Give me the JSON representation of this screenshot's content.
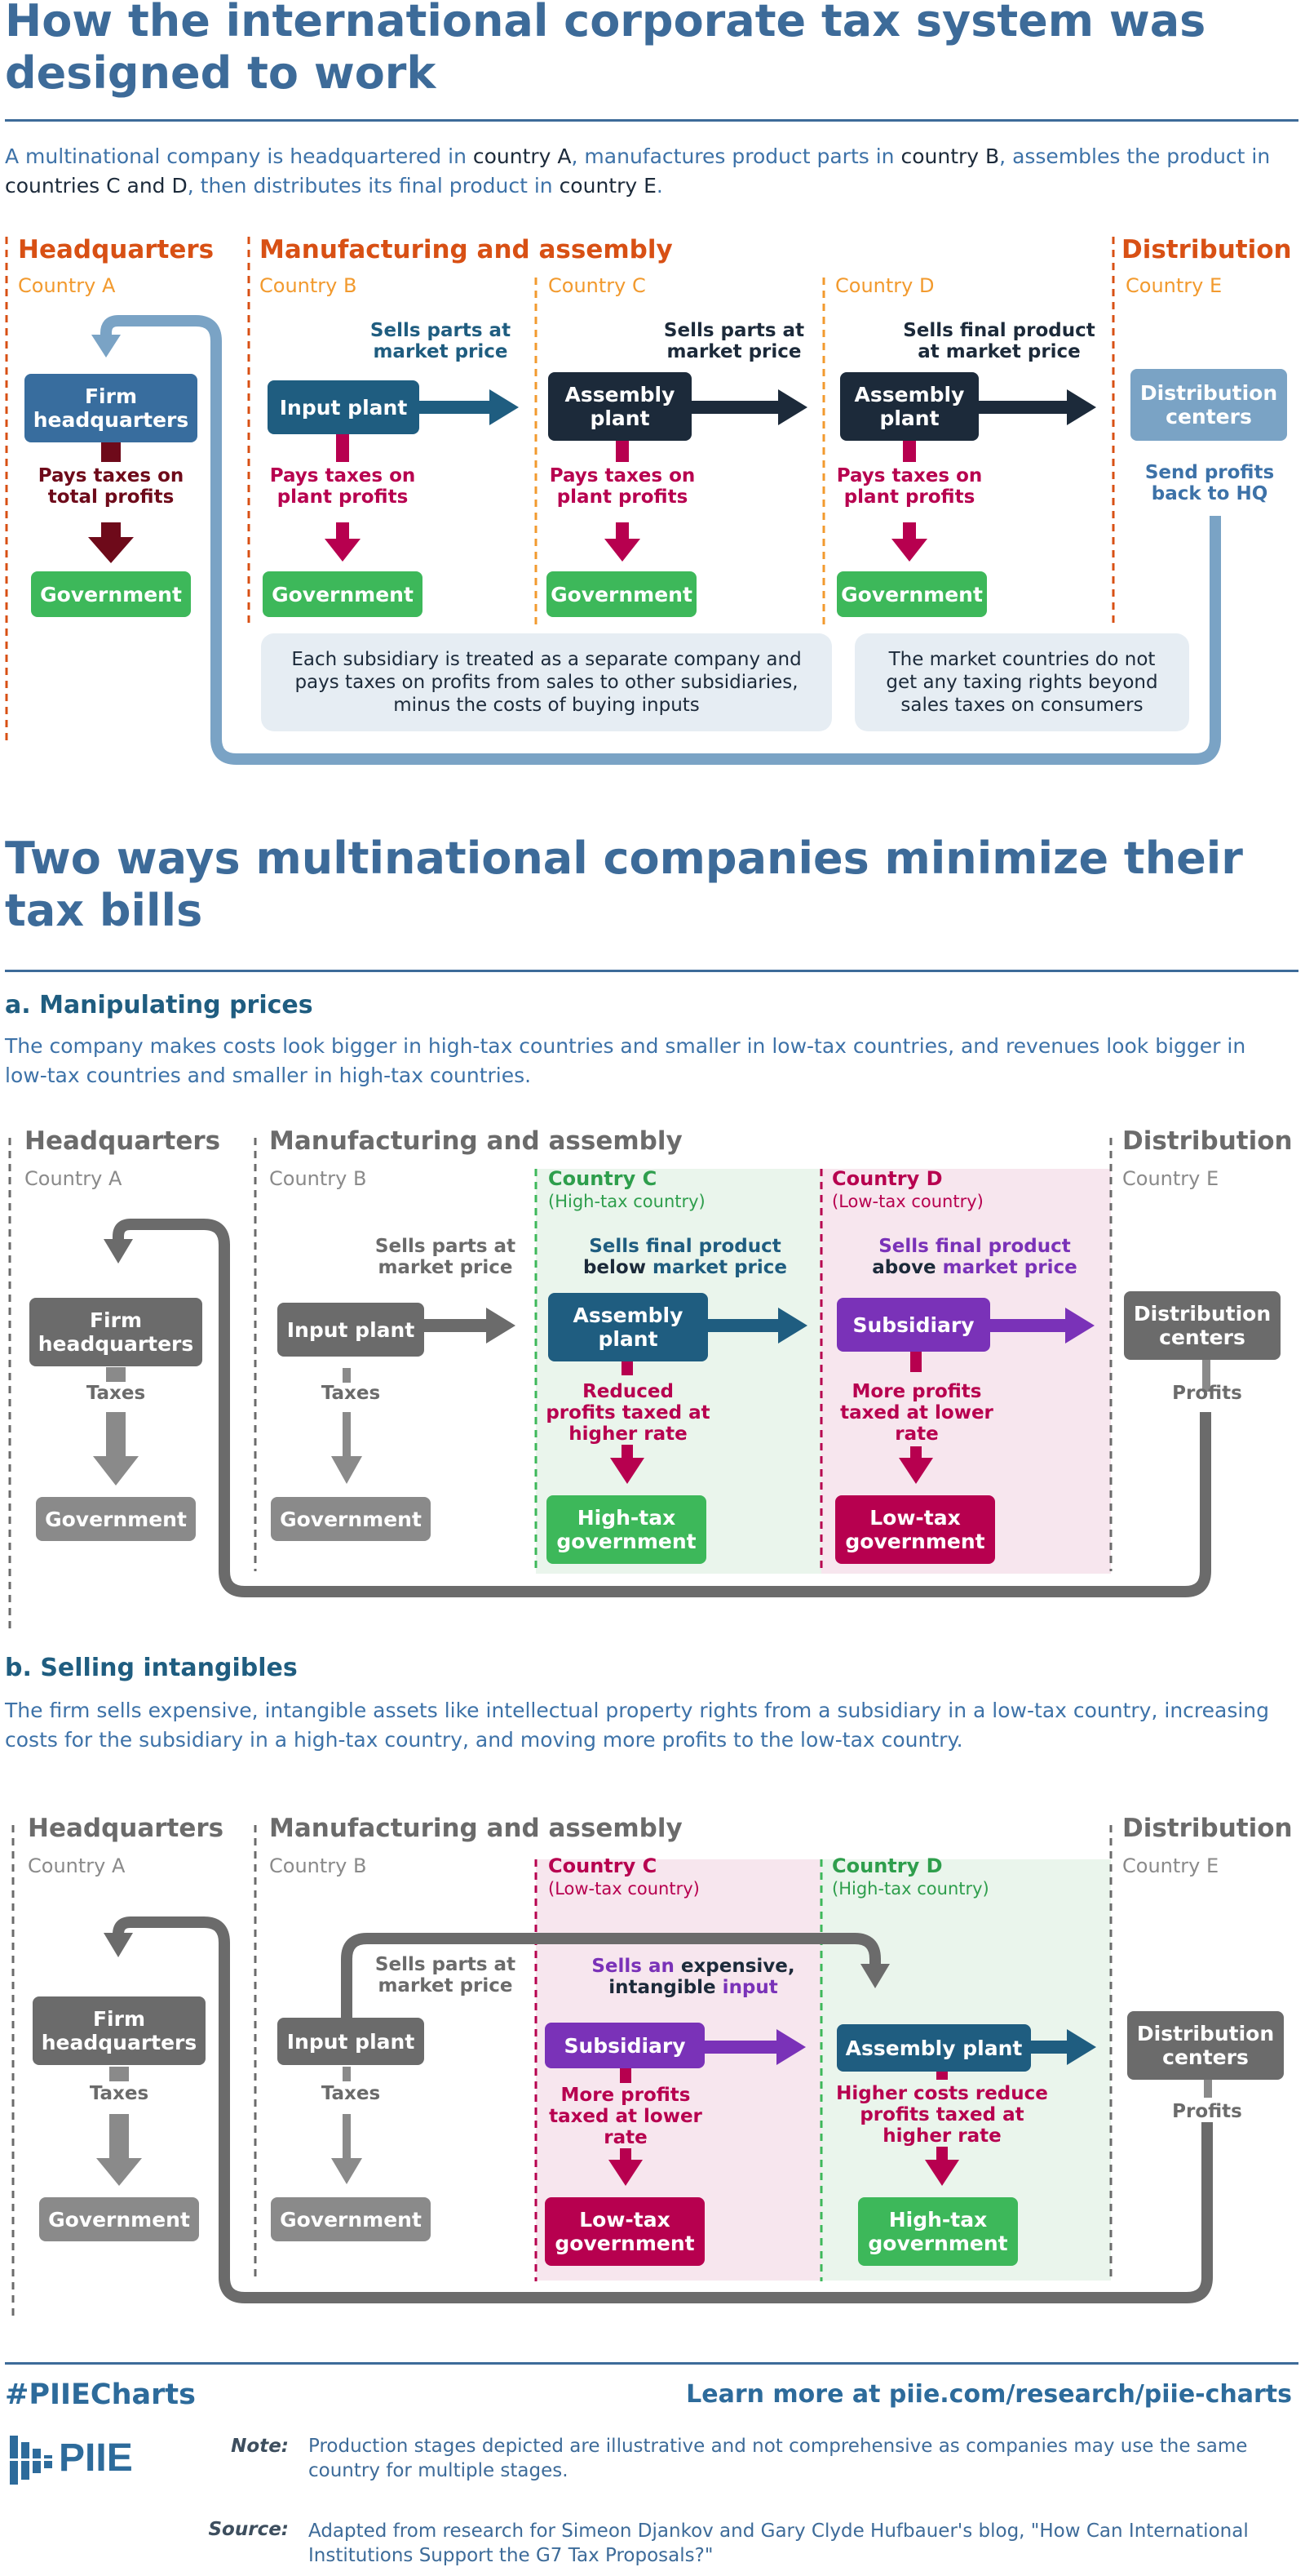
{
  "colors": {
    "title_blue": "#3d6b99",
    "hq_blue": "#386d9e",
    "dark_navy": "#1c2a3a",
    "teal_blue": "#1f5d80",
    "light_blue": "#7aa3c5",
    "gov_green": "#3db85a",
    "tax_red": "#b7004f",
    "dark_red": "#6e0a1a",
    "orange": "#d85014",
    "purple": "#7a32b8",
    "gray": "#6b6b6b"
  },
  "section1": {
    "title": "How the international corporate tax system was designed to work",
    "intro": {
      "p1": "A multinational company is headquartered in ",
      "k1": "country A",
      "p2": ", manufactures product parts in ",
      "k2": "country B",
      "p3": ", assembles the product in ",
      "k3": "countries C and D",
      "p4": ", then distributes its final product in ",
      "k4": "country E",
      "p5": "."
    },
    "headers": {
      "hq": "Headquarters",
      "manufacturing": "Manufacturing and assembly",
      "distribution": "Distribution"
    },
    "countries": [
      "Country A",
      "Country B",
      "Country C",
      "Country D",
      "Country E"
    ],
    "boxes": {
      "firm_hq": "Firm headquarters",
      "input_plant": "Input plant",
      "assembly_c": "Assembly plant",
      "assembly_d": "Assembly plant",
      "distribution": "Distribution centers",
      "government": "Government"
    },
    "labels": {
      "sells_parts_b": "Sells parts at market price",
      "sells_parts_c": "Sells parts at market price",
      "sells_final_d": "Sells final product at market price",
      "pays_total": "Pays taxes on total profits",
      "pays_plant": "Pays taxes on plant profits",
      "send_profits": "Send profits back to HQ"
    },
    "notes": {
      "subsidiary": "Each subsidiary is treated as a separate company and pays taxes on profits from sales to other subsidiaries, minus the costs of buying inputs",
      "market": "The market countries do not get any taxing rights beyond sales taxes on consumers"
    }
  },
  "section2": {
    "title": "Two ways multinational companies minimize their tax bills",
    "a": {
      "heading": "a. Manipulating prices",
      "intro": "The company makes costs look bigger in high-tax countries and smaller in low-tax countries, and revenues look bigger in low-tax countries and smaller in high-tax countries.",
      "headers": {
        "hq": "Headquarters",
        "manufacturing": "Manufacturing and assembly",
        "distribution": "Distribution"
      },
      "countries": {
        "a": "Country A",
        "b": "Country B",
        "c": "Country C",
        "c_sub": "(High-tax country)",
        "d": "Country D",
        "d_sub": "(Low-tax country)",
        "e": "Country E"
      },
      "boxes": {
        "firm_hq": "Firm headquarters",
        "input_plant": "Input plant",
        "assembly": "Assembly plant",
        "subsidiary": "Subsidiary",
        "distribution": "Distribution centers",
        "government": "Government",
        "high_tax_gov": "High-tax government",
        "low_tax_gov": "Low-tax government"
      },
      "labels": {
        "sells_parts": "Sells parts at market price",
        "sells_below_1": "Sells final product",
        "sells_below_2": "below",
        "sells_below_3": " market price",
        "sells_above_1": "Sells final product",
        "sells_above_2": "above",
        "sells_above_3": " market price",
        "taxes": "Taxes",
        "reduced": "Reduced profits taxed at higher rate",
        "more_profits": "More profits taxed at lower rate",
        "profits": "Profits"
      }
    },
    "b": {
      "heading": "b. Selling intangibles",
      "intro": "The firm sells expensive, intangible assets like intellectual property rights from a subsidiary in a low-tax country, increasing costs for the subsidiary in a high-tax country, and moving more profits to the low-tax country.",
      "headers": {
        "hq": "Headquarters",
        "manufacturing": "Manufacturing and assembly",
        "distribution": "Distribution"
      },
      "countries": {
        "a": "Country A",
        "b": "Country B",
        "c": "Country C",
        "c_sub": "(Low-tax country)",
        "d": "Country D",
        "d_sub": "(High-tax country)",
        "e": "Country E"
      },
      "boxes": {
        "firm_hq": "Firm headquarters",
        "input_plant": "Input plant",
        "subsidiary": "Subsidiary",
        "assembly": "Assembly plant",
        "distribution": "Distribution centers",
        "government": "Government",
        "low_tax_gov": "Low-tax government",
        "high_tax_gov": "High-tax government"
      },
      "labels": {
        "sells_parts": "Sells parts at market price",
        "sells_an": "Sells an",
        "expensive": " expensive,",
        "intangible": "intangible",
        "input": " input",
        "taxes": "Taxes",
        "more_profits": "More profits taxed at lower rate",
        "higher_costs": "Higher costs reduce profits taxed at higher rate",
        "profits": "Profits"
      }
    }
  },
  "footer": {
    "hashtag": "#PIIECharts",
    "learn_more": "Learn more at piie.com/research/piie-charts",
    "logo": "PIIE",
    "note_label": "Note:",
    "note_text": "Production stages depicted are illustrative and not comprehensive as companies may use the same country for multiple stages.",
    "source_label": "Source:",
    "source_text": "Adapted from research for Simeon Djankov and Gary Clyde Hufbauer's blog, \"How Can International Institutions Support the G7 Tax Proposals?\""
  }
}
